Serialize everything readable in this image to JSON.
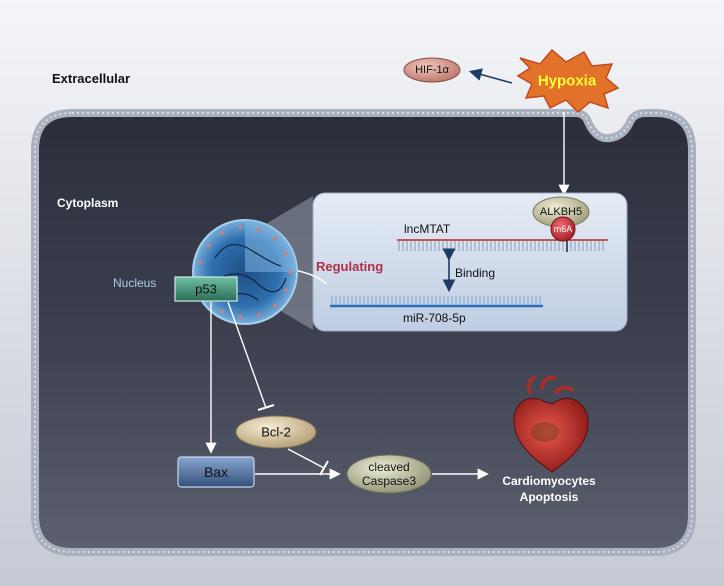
{
  "regions": {
    "extracellular": "Extracellular",
    "cytoplasm": "Cytoplasm",
    "nucleus": "Nucleus"
  },
  "nodes": {
    "hypoxia": "Hypoxia",
    "hif1a": "HIF-1α",
    "alkbh5": "ALKBH5",
    "m6a": "m6A",
    "lncmtat": "lncMTAT",
    "binding": "Binding",
    "regulating": "Regulating",
    "mir": "miR-708-5p",
    "p53": "p53",
    "bcl2": "Bcl-2",
    "bax": "Bax",
    "caspase_line1": "cleaved",
    "caspase_line2": "Caspase3",
    "outcome_line1": "Cardiomyocytes",
    "outcome_line2": "Apoptosis"
  },
  "colors": {
    "background_outer": "#d7dbe3",
    "cell_fill": "#3f4352",
    "membrane": "#a9b0be",
    "hypoxia_fill": "#e2722a",
    "hypoxia_text": "#ffff33",
    "hif_fill": "#d99a8e",
    "panel_fill": "#d2dced",
    "rna_line": "#2a6fb5",
    "lnc_line": "#c0555a",
    "regulating_text": "#b02f4a",
    "m6a_fill": "#c0303b",
    "p53_fill": "#3f8a72",
    "bax_fill": "#4a6a95",
    "bcl2_fill": "#d8c7a4",
    "caspase_fill": "#c7c7a6",
    "nucleus_fill": "#4b8fc7"
  },
  "icons": [
    "heart-icon",
    "nucleus-icon",
    "hypoxia-star-icon"
  ]
}
